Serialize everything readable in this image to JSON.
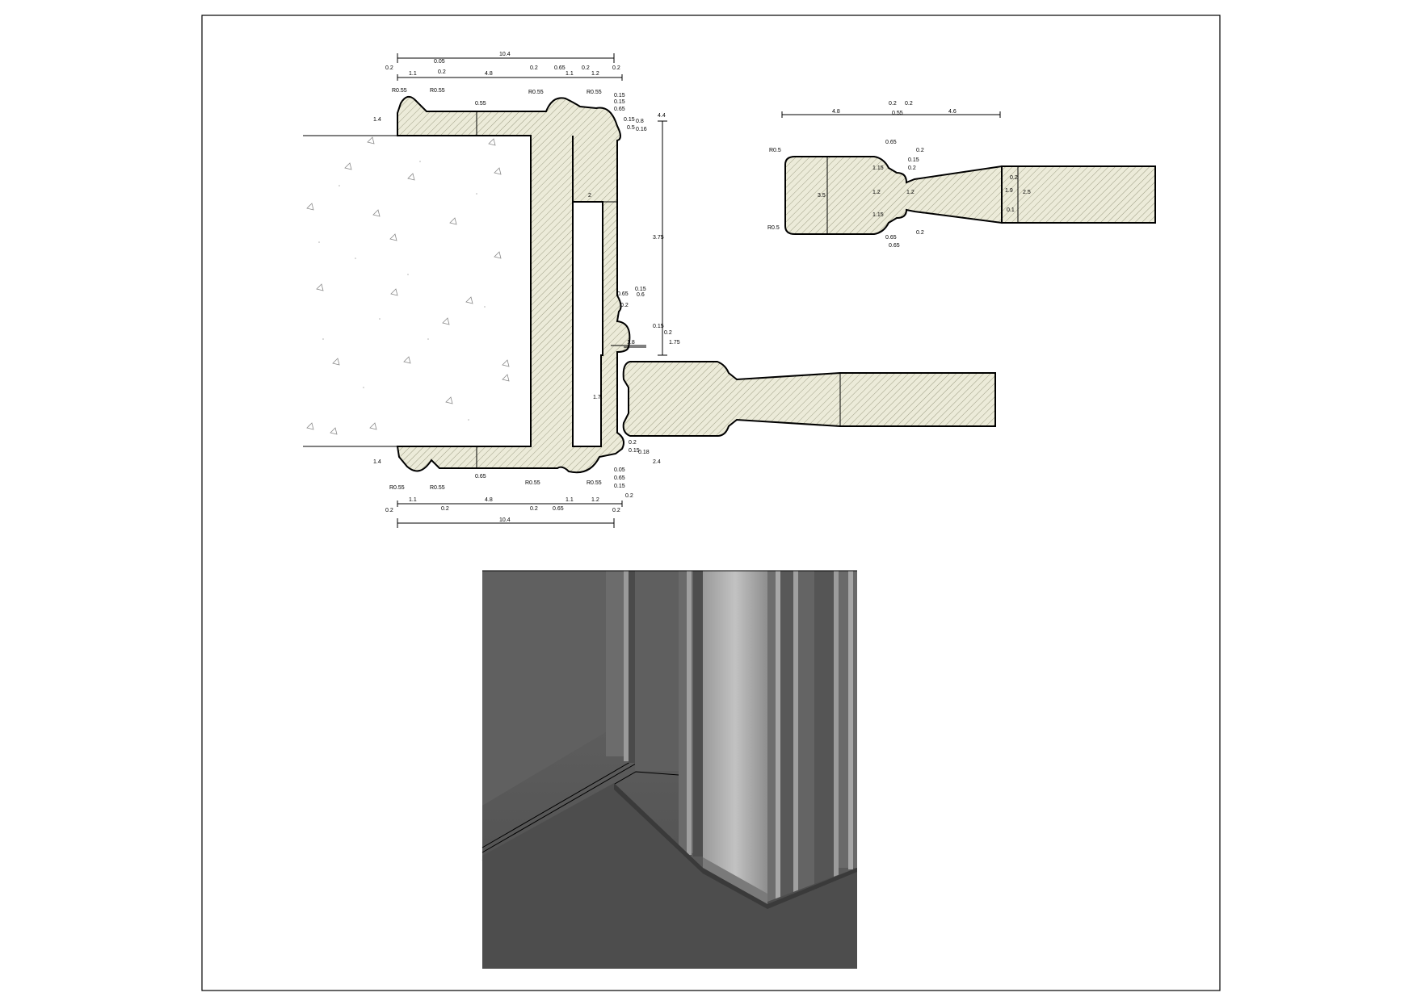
{
  "drawing": {
    "title": "",
    "colors": {
      "section_fill": "#ecebd9",
      "hatch": "#8a8a70",
      "concrete_dots": "#b0b0b0",
      "line": "#000000",
      "render_dark": "#545454",
      "render_mid": "#7a7a7a",
      "render_light": "#b5b5b5"
    }
  },
  "main_section": {
    "top_dims": {
      "overall": "10.4",
      "left_edge": "0.2",
      "segments": [
        "1.1",
        "0.2",
        "4.8",
        "0.2",
        "0.65",
        "1.1",
        "0.2",
        "1.2",
        "0.2"
      ],
      "extra": [
        "0.05",
        "0.15"
      ],
      "radii": [
        "R0.55",
        "R0.55",
        "R0.55",
        "R0.55"
      ],
      "vertical_small": "1.4",
      "ridge": "0.55"
    },
    "right_dims": {
      "top_group": [
        "0.15",
        "0.65",
        "0.15",
        "0.5",
        "0.8",
        "0.16",
        "4.4"
      ],
      "main_height": "3.75",
      "mid_group": [
        "0.15",
        "0.65",
        "0.6",
        "0.2",
        "0.15",
        "0.2",
        "1.75"
      ],
      "rebate": "1.8",
      "inner_height": "1.7",
      "bottom_group": [
        "0.2",
        "0.15",
        "2.4",
        "0.18"
      ],
      "inner_width": "2"
    },
    "bottom_dims": {
      "overall": "10.4",
      "left_edge": "0.2",
      "segments": [
        "1.1",
        "0.2",
        "4.8",
        "0.2",
        "0.65",
        "1.1",
        "1.2",
        "0.2"
      ],
      "radii": [
        "R0.55",
        "R0.55",
        "R0.55",
        "R0.55"
      ],
      "vertical_small": "1.4",
      "ridge": "0.65",
      "right_small": [
        "0.05",
        "0.65",
        "0.15",
        "0.2"
      ]
    }
  },
  "leaf_section": {
    "top_dims": [
      "4.8",
      "0.2",
      "0.2",
      "4.6",
      "0.55"
    ],
    "radius": "R0.5",
    "radius_bottom": "R0.5",
    "left_dims": [
      "1.15",
      "1.2",
      "1.15",
      "3.5"
    ],
    "neck_dims": [
      "0.65",
      "0.2",
      "0.65",
      "0.2",
      "1.2",
      "0.15",
      "0.2"
    ],
    "right_dims": [
      "1.9",
      "0.1",
      "2.5",
      "0.2"
    ],
    "bottom_dim": "0.65"
  },
  "render_3d": {
    "label": ""
  }
}
